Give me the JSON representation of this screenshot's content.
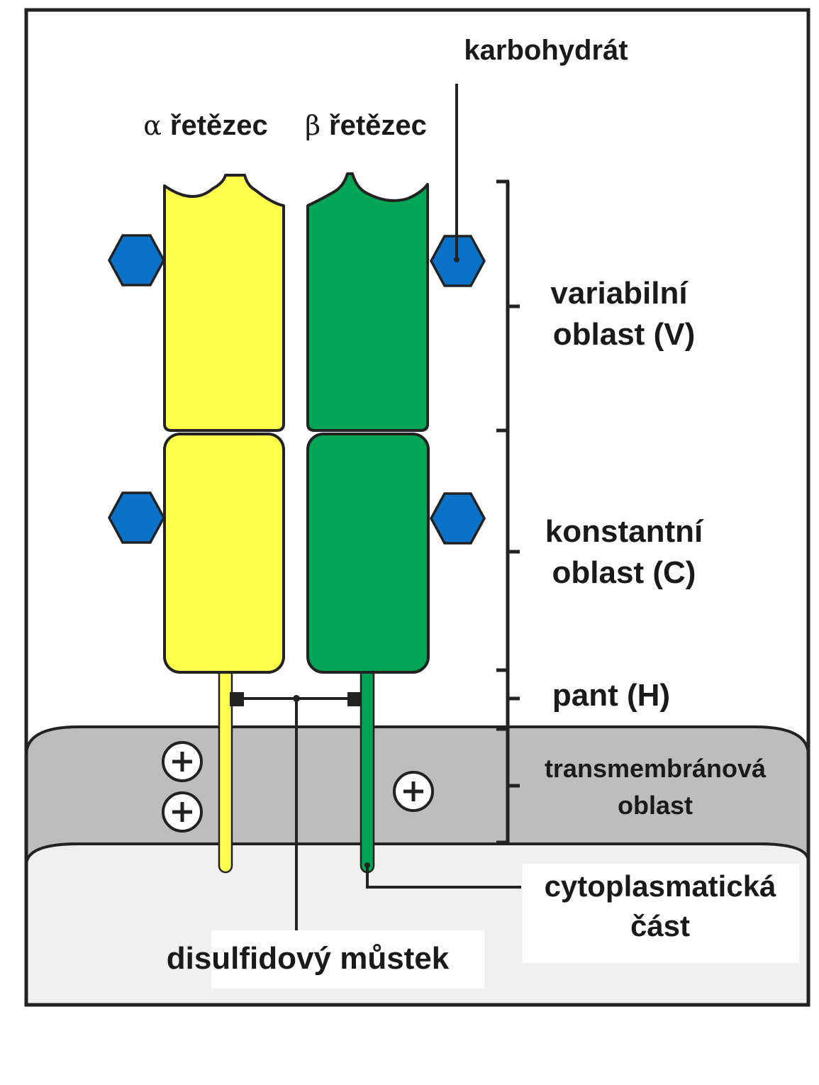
{
  "labels": {
    "carbohydrate": "karbohydrát",
    "alpha_symbol": "α",
    "alpha_word": "řetězec",
    "beta_symbol": "β",
    "beta_word": "řetězec",
    "variable_line1": "variabilní",
    "variable_line2": "oblast (V)",
    "constant_line1": "konstantní",
    "constant_line2": "oblast (C)",
    "hinge": "pant (H)",
    "transmembrane_line1": "transmembránová",
    "transmembrane_line2": "oblast",
    "cytoplasmic_line1": "cytoplasmatická",
    "cytoplasmic_line2": "část",
    "disulfide": "disulfidový můstek",
    "charge_symbol": "+"
  },
  "colors": {
    "alpha_chain": "#ffff4d",
    "beta_chain": "#00a555",
    "carbohydrate": "#0a72c8",
    "membrane": "#bdbdbd",
    "cytoplasm": "#f0f0f0",
    "outline": "#222222"
  }
}
